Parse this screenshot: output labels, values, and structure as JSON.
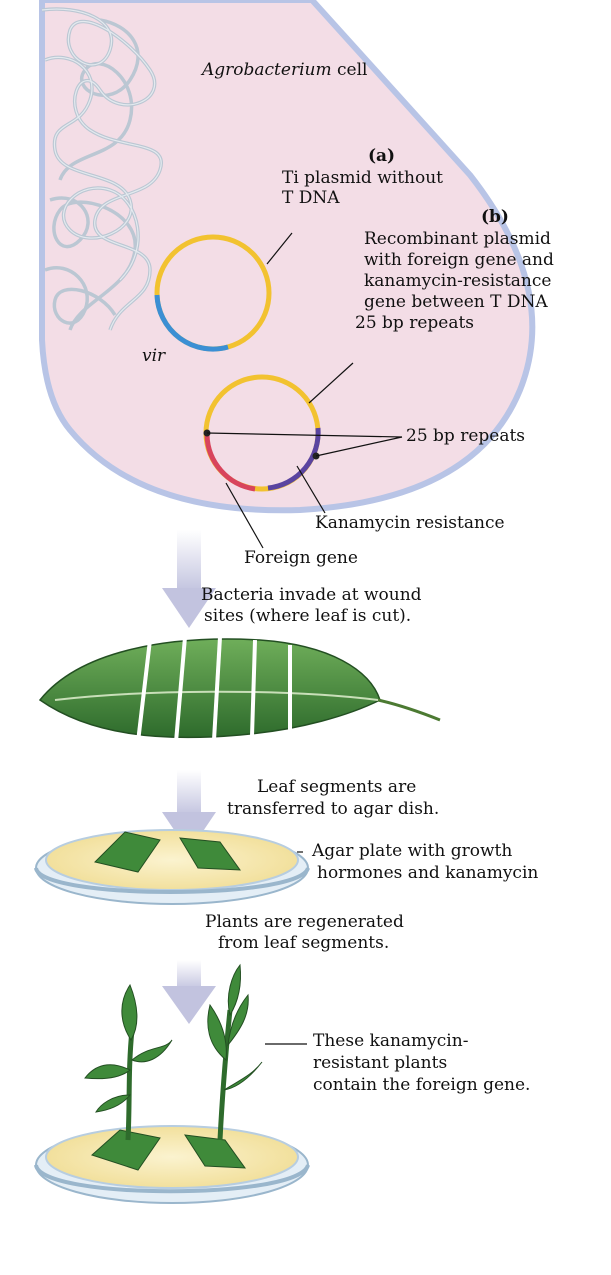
{
  "cell": {
    "name_italic": "Agrobacterium",
    "name_rest": " cell"
  },
  "plasmid_a": {
    "letter": "(a)",
    "desc_line1": "Ti plasmid without",
    "desc_line2": "T DNA",
    "vir_label": "vir"
  },
  "plasmid_b": {
    "letter": "(b)",
    "desc_lines": [
      "Recombinant plasmid",
      "with foreign gene and",
      "kanamycin-resistance",
      "gene between T DNA",
      "25 bp repeats"
    ],
    "repeats_label": "25 bp repeats",
    "kanamycin_label": "Kanamycin resistance",
    "foreign_gene_label": "Foreign gene"
  },
  "steps": [
    {
      "line1": "Bacteria invade at wound",
      "line2": "sites (where leaf is cut)."
    },
    {
      "line1": "Leaf segments are",
      "line2": "transferred to agar dish."
    },
    {
      "line1": "Plants are regenerated",
      "line2": "from leaf segments."
    }
  ],
  "agar_plate": {
    "line1": "Agar plate with growth",
    "line2": "hormones and kanamycin"
  },
  "plants_callout": {
    "line1": "These kanamycin-",
    "line2": "resistant plants",
    "line3": "contain the foreign gene."
  },
  "colors": {
    "cell_fill": "#f3dde6",
    "cell_border": "#b8c4e6",
    "plasmid_yellow": "#f2c230",
    "vir_blue": "#3b8fd4",
    "foreign_red": "#d8445c",
    "kanamycin_purple": "#5a44a0",
    "leaf_green": "#3f8a3a",
    "agar_yellow": "#f6eab4",
    "arrow": "#c9c9e2"
  }
}
